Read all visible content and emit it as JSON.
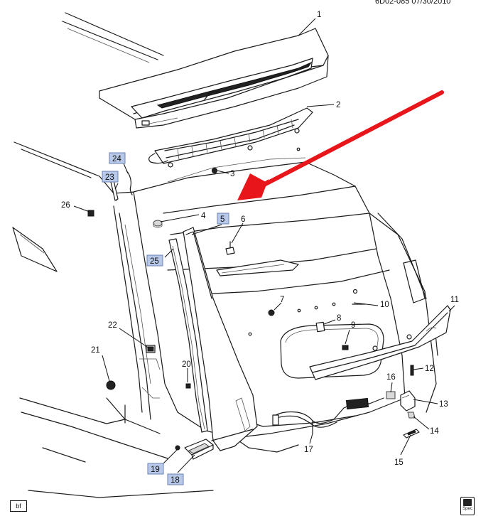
{
  "header_code": "6D02-085  07/30/2010",
  "corner_tag": "bf",
  "book_icon_text": "Spec",
  "colors": {
    "highlight_fill": "#b8c8e8",
    "arrow": "#e8161b",
    "line": "#1a1a1a"
  },
  "callouts": {
    "c1": "1",
    "c2": "2",
    "c3": "3",
    "c4": "4",
    "c5": "5",
    "c6": "6",
    "c7": "7",
    "c8": "8",
    "c9": "9",
    "c10": "10",
    "c11": "11",
    "c12": "12",
    "c13": "13",
    "c14": "14",
    "c15": "15",
    "c16": "16",
    "c17": "17",
    "c18": "18",
    "c19": "19",
    "c20": "20",
    "c21": "21",
    "c22": "22",
    "c23": "23",
    "c24": "24",
    "c25": "25",
    "c26": "26"
  },
  "highlighted_callouts": [
    "5",
    "18",
    "19",
    "23",
    "24",
    "25"
  ]
}
